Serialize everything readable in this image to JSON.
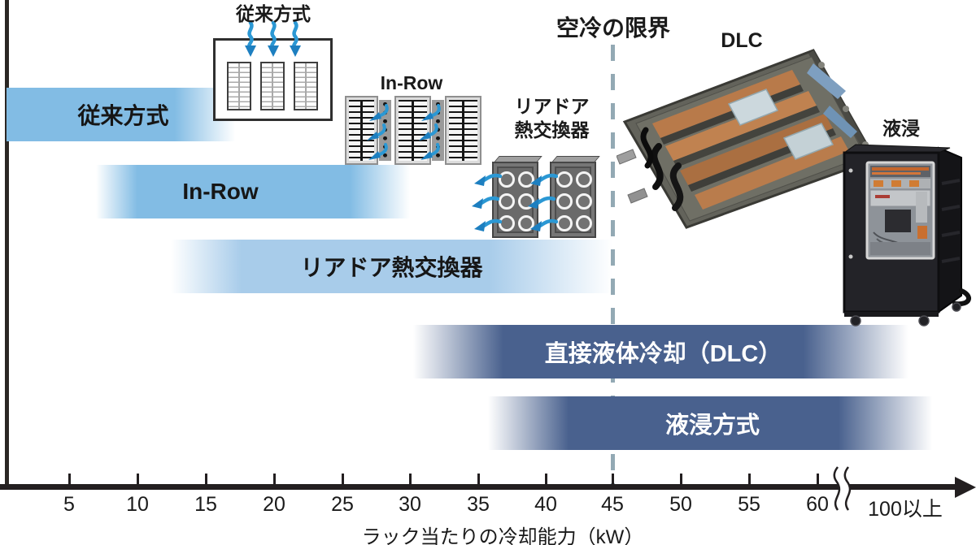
{
  "chart_data": {
    "type": "bar",
    "subtype": "horizontal-range-bars",
    "title": "",
    "xlabel": "ラック当たりの冷却能力（kW）",
    "x_tick_labels": [
      "5",
      "10",
      "15",
      "20",
      "25",
      "30",
      "35",
      "40",
      "45",
      "50",
      "55",
      "60",
      "100以上"
    ],
    "x_axis_break_between": [
      60,
      100
    ],
    "grid": false,
    "series": [
      {
        "name": "従来方式",
        "range_kw": [
          0,
          17
        ],
        "color": "#82bce4",
        "label_color": "#161616"
      },
      {
        "name": "In-Row",
        "range_kw": [
          7,
          30
        ],
        "color": "#82bce4",
        "label_color": "#161616"
      },
      {
        "name": "リアドア熱交換器",
        "range_kw": [
          12,
          45
        ],
        "color": "#a8ccea",
        "label_color": "#161616"
      },
      {
        "name": "直接液体冷却（DLC）",
        "range_kw": [
          30,
          "100+"
        ],
        "color": "#49618e",
        "label_color": "#ffffff"
      },
      {
        "name": "液浸方式",
        "range_kw": [
          35,
          "100+"
        ],
        "color": "#49618e",
        "label_color": "#ffffff"
      }
    ],
    "reference_line": {
      "label": "空冷の限界",
      "x_kw": 45,
      "style": "dashed",
      "color": "#93a9b4"
    }
  },
  "labels": {
    "conventional_illustration": "従来方式",
    "inrow_illustration": "In-Row",
    "reardoor_illustration_line1": "リアドア",
    "reardoor_illustration_line2": "熱交換器",
    "air_cooling_limit": "空冷の限界",
    "dlc_photo": "DLC",
    "immersion_photo": "液浸"
  },
  "colors": {
    "light_bar": "#82bce4",
    "lighter_bar": "#a8ccea",
    "dark_bar": "#49618e",
    "arrow_blue": "#2b98d4",
    "dash": "#93a9b4",
    "axis": "#231f20"
  }
}
